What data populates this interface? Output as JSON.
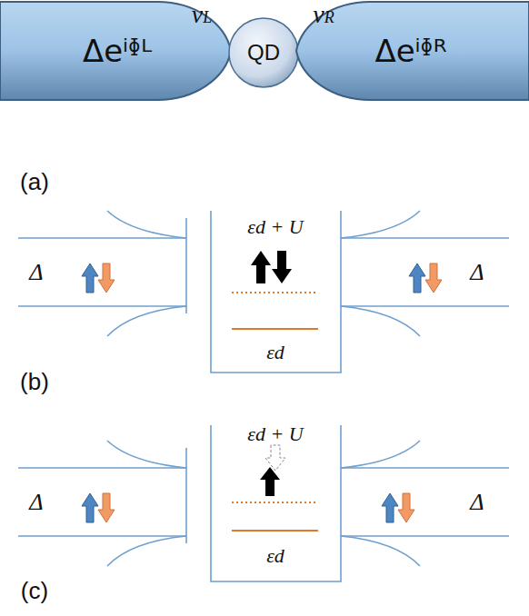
{
  "diagram": {
    "nodes": [
      {
        "text": [
          "Δeⁱᶲᴸ"
        ]
      },
      {
        "text": [
          "QD"
        ]
      },
      {
        "text": [
          "Δeⁱᶲᴿ"
        ]
      }
    ],
    "labels": [
      "vL",
      "vR",
      "(a)",
      "Δ",
      "εd + U",
      "εd",
      "Δ",
      "(b)",
      "Δ",
      "εd + U",
      "εd",
      "Δ",
      "(c)"
    ]
  }
}
